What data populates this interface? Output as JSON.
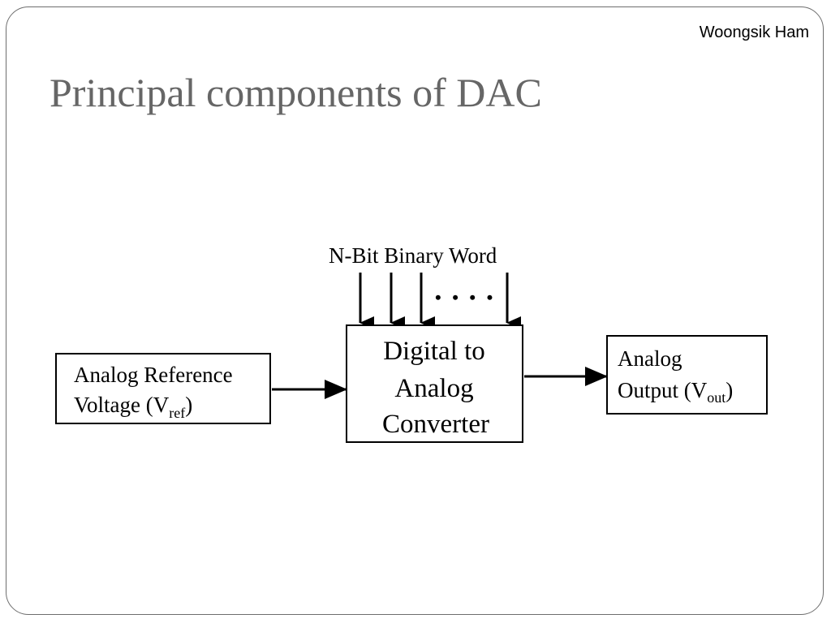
{
  "slide": {
    "author": "Woongsik Ham",
    "title": "Principal components of DAC"
  },
  "diagram": {
    "input_label": "N-Bit Binary Word",
    "ellipsis": "• • • •",
    "reference_block": {
      "line1": "Analog Reference",
      "line2_prefix": "Voltage (V",
      "line2_sub": "ref",
      "line2_suffix": ")"
    },
    "converter_block": {
      "line1": "Digital to",
      "line2": "Analog",
      "line3": "Converter"
    },
    "output_block": {
      "line1": "Analog",
      "line2_prefix": "Output (V",
      "line2_sub": "out",
      "line2_suffix": ")"
    }
  }
}
